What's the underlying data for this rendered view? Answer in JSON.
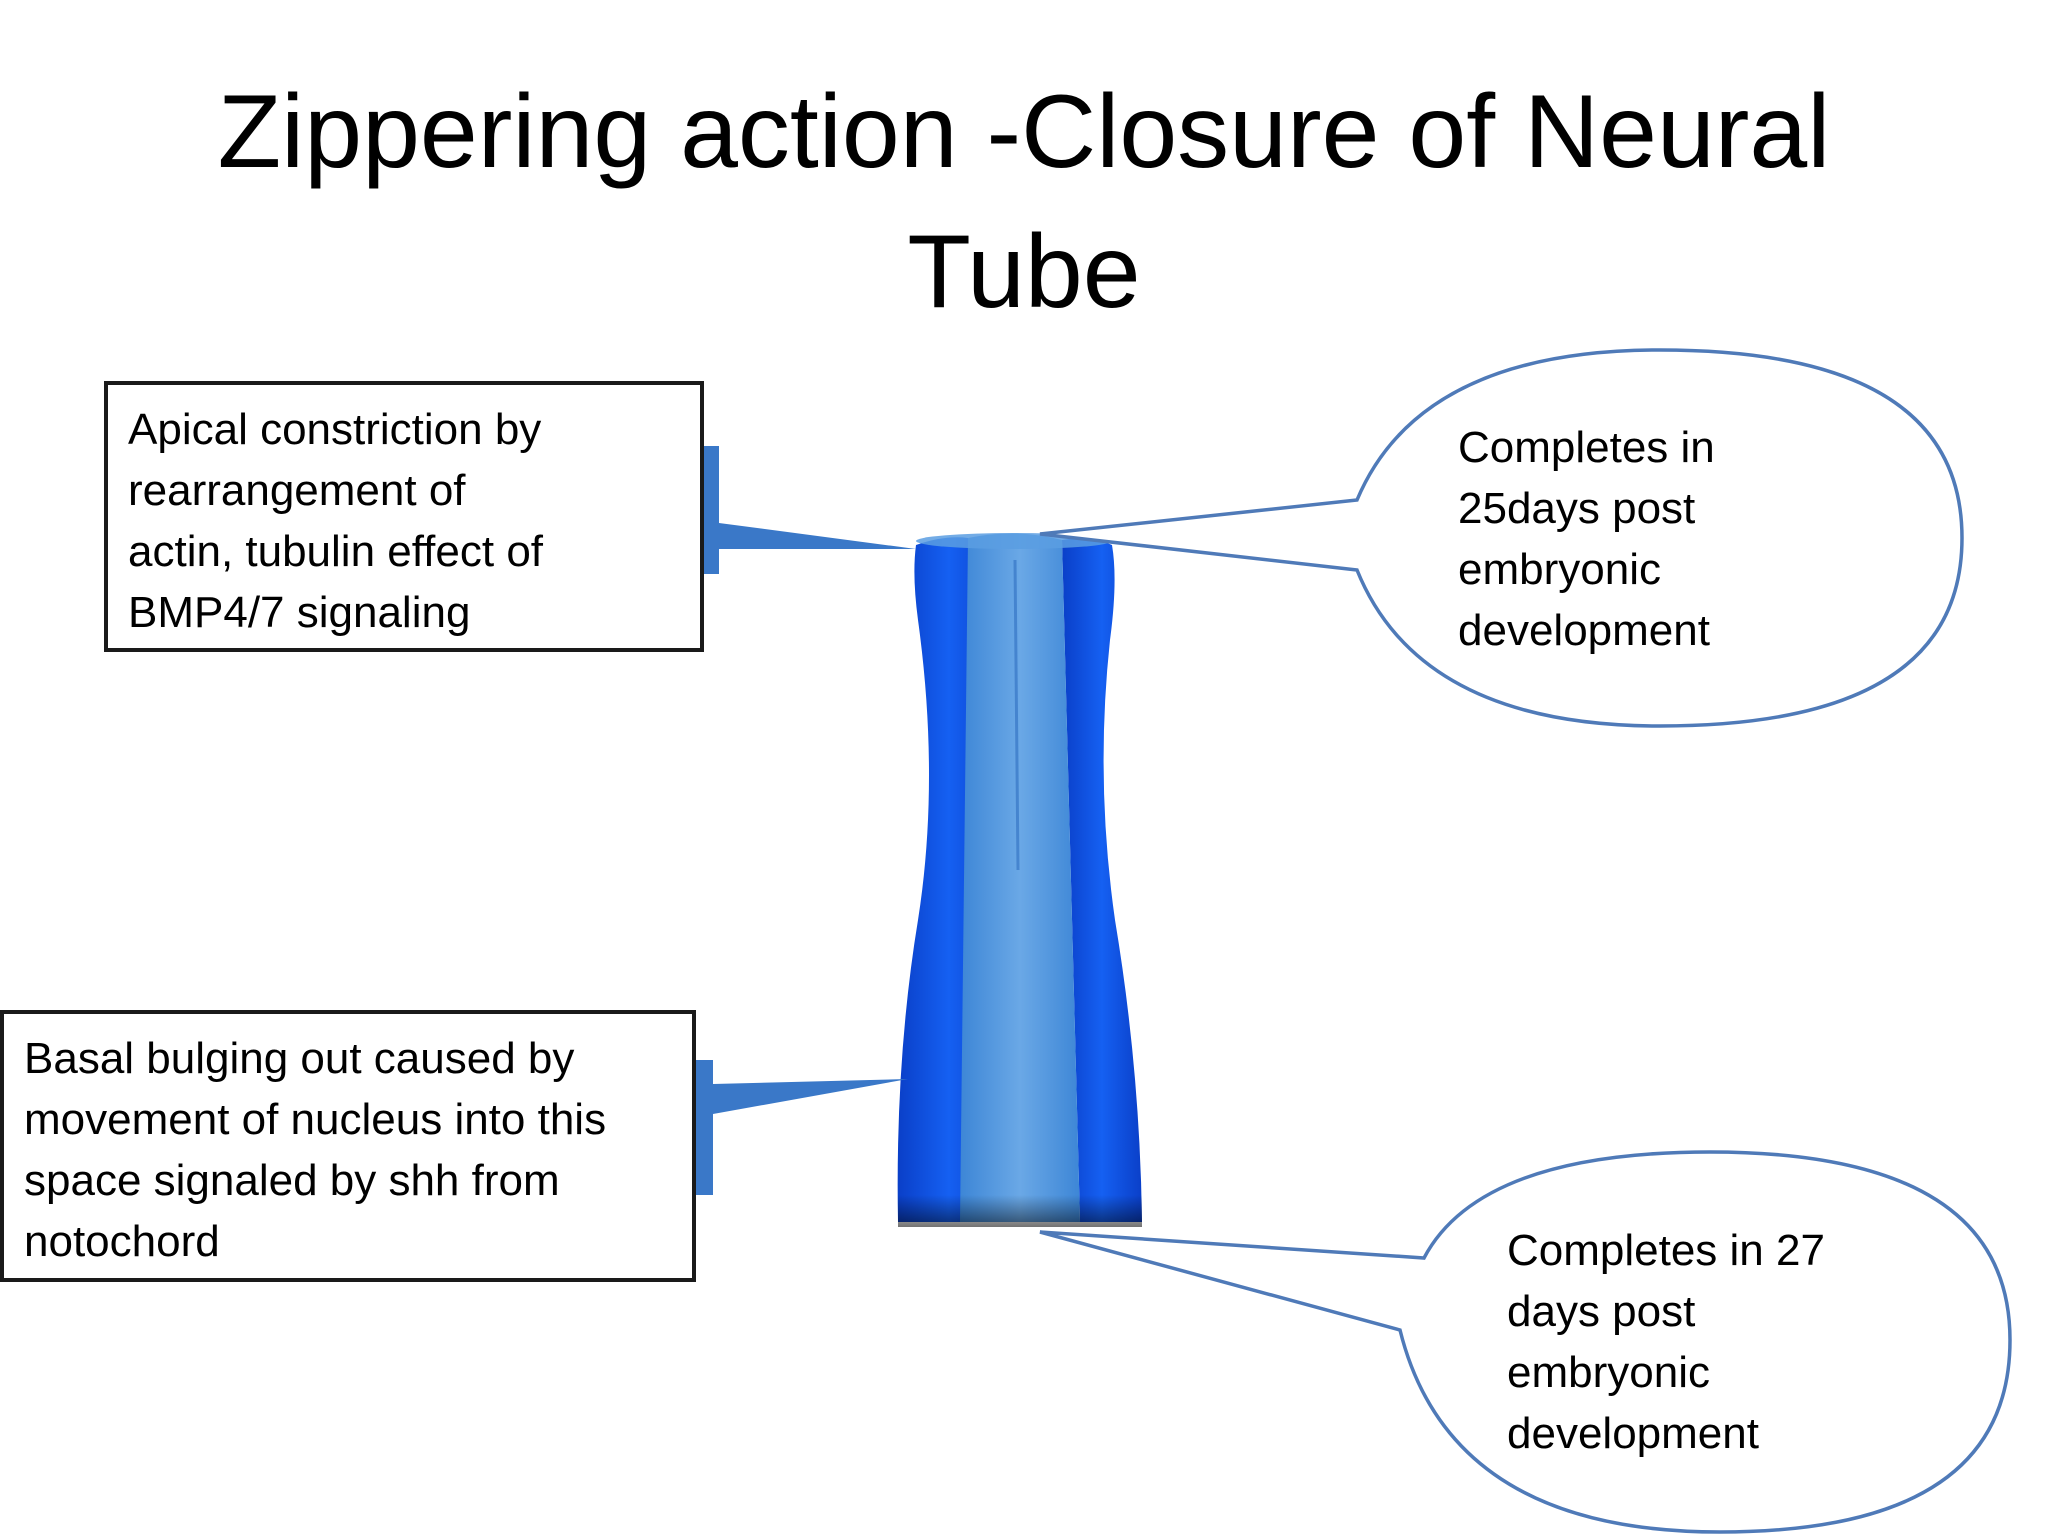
{
  "slide": {
    "title": "Zippering action -Closure of Neural Tube"
  },
  "callouts": {
    "apical": {
      "lines": [
        "Apical constriction by",
        "rearrangement of",
        "actin, tubulin effect of",
        "BMP4/7 signaling"
      ]
    },
    "basal": {
      "lines": [
        "Basal bulging out caused by",
        "movement of nucleus into this",
        "space signaled by shh from",
        "notochord"
      ]
    }
  },
  "bubbles": {
    "completes_25": {
      "lines": [
        "Completes in",
        "25days post",
        "embryonic",
        "development"
      ]
    },
    "completes_27": {
      "lines": [
        "Completes in 27",
        "days post",
        "embryonic",
        "development"
      ]
    }
  },
  "colors": {
    "tube_dark_blue": "#0b4fe8",
    "tube_light_blue": "#4d98dc",
    "connector_blue": "#3a78c8",
    "bubble_outline": "#4f7ab8",
    "box_border": "#1a1a1a"
  }
}
